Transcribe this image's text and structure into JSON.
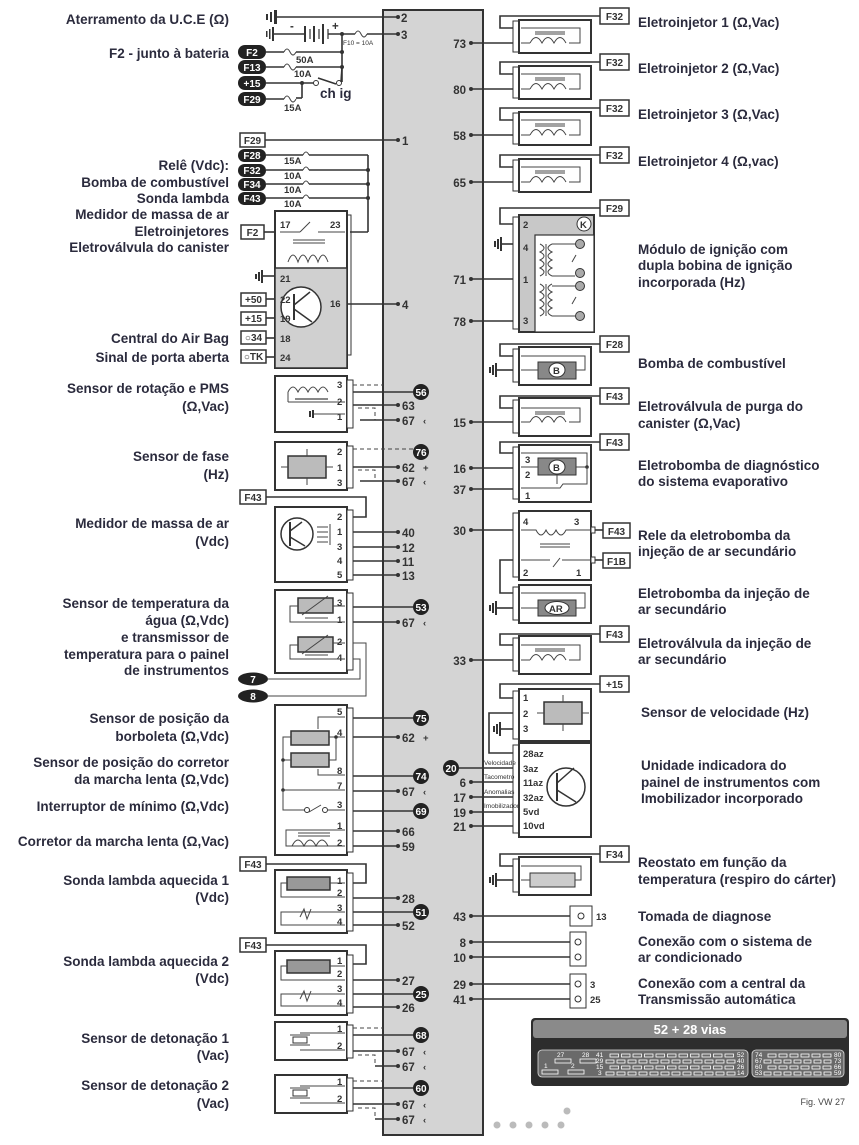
{
  "figure": {
    "caption": "Fig. VW 27",
    "ecu_connector_title": "52 + 28 vias"
  },
  "left_labels": {
    "ground": "Aterramento da U.C.E (Ω)",
    "f2_battery": "F2 - junto à bateria",
    "relay_lines": [
      "Relê (Vdc):",
      "Bomba de combustível",
      "Sonda lambda",
      "Medidor de massa de ar",
      "Eletroinjetores",
      "Eletroválvula do canister"
    ],
    "airbag": "Central do Air Bag",
    "door": "Sinal de porta aberta",
    "rotation": [
      "Sensor de rotação e PMS",
      "(Ω,Vac)"
    ],
    "phase": [
      "Sensor de fase",
      "(Hz)"
    ],
    "maf": [
      "Medidor de massa de ar",
      "(Vdc)"
    ],
    "water_temp": [
      "Sensor de temperatura da",
      "água  (Ω,Vdc)",
      "e transmissor de",
      "temperatura para o painel",
      "de instrumentos"
    ],
    "throttle": [
      "Sensor de posição da",
      "borboleta (Ω,Vdc)"
    ],
    "idle_pos": [
      "Sensor de posição do corretor",
      "da marcha lenta (Ω,Vdc)"
    ],
    "min_switch": "Interruptor de mínimo (Ω,Vdc)",
    "idle_corr": "Corretor da marcha lenta (Ω,Vac)",
    "lambda1": [
      "Sonda lambda aquecida 1",
      "(Vdc)"
    ],
    "lambda2": [
      "Sonda lambda aquecida 2",
      "(Vdc)"
    ],
    "knock1": [
      "Sensor de detonação 1",
      "(Vac)"
    ],
    "knock2": [
      "Sensor de detonação 2",
      "(Vac)"
    ]
  },
  "right_labels": {
    "inj1": "Eletroinjetor 1 (Ω,Vac)",
    "inj2": "Eletroinjetor 2 (Ω,Vac)",
    "inj3": "Eletroinjetor 3 (Ω,Vac)",
    "inj4": "Eletroinjetor 4 (Ω,vac)",
    "ignition": [
      "Módulo de ignição com",
      "dupla bobina de ignição",
      "incorporada (Hz)"
    ],
    "fuel_pump": "Bomba de combustível",
    "canister": [
      "Eletroválvula de purga do",
      "canister (Ω,Vac)"
    ],
    "evap": [
      "Eletrobomba de diagnóstico",
      "do sistema evaporativo"
    ],
    "sec_relay": [
      "Rele da eletrobomba da",
      "injeção de ar secundário"
    ],
    "sec_pump": [
      "Eletrobomba da injeção de",
      "ar secundário"
    ],
    "sec_valve": [
      "Eletroválvula da injeção de",
      "ar secundário"
    ],
    "speed": "Sensor de velocidade (Hz)",
    "cluster": [
      "Unidade indicadora do",
      "painel de instrumentos com",
      "Imobilizador incorporado"
    ],
    "rheostat": [
      "Reostato em função da",
      "temperatura (respiro do cárter)"
    ],
    "diag": "Tomada de diagnose",
    "ac": [
      "Conexão com o sistema de",
      "ar condicionado"
    ],
    "trans": [
      "Conexão com a central da",
      "Transmissão automática"
    ]
  },
  "fuses": {
    "f10": "F10 = 10A",
    "f2": "F2",
    "f13": "F13",
    "p15": "+15",
    "f29": "F29",
    "a50": "50A",
    "a10": "10A",
    "a15": "15A",
    "ch_ig": "ch ig",
    "f28": "F28",
    "f32": "F32",
    "f34": "F34",
    "f43": "F43",
    "f1b": "F1B",
    "relay_amps": [
      "15A",
      "10A",
      "10A",
      "10A"
    ],
    "p50": "+50",
    "o34": "○34",
    "otk": "○TK"
  },
  "cluster_signals": [
    "Velocidade",
    "Tacometro",
    "Anomalias",
    "Imobilizador"
  ],
  "cluster_pins": [
    "28az",
    "3az",
    "11az",
    "32az",
    "5vd",
    "10vd"
  ],
  "ecu_pins": {
    "left": [
      "2",
      "3",
      "1",
      "4",
      "63",
      "67",
      "62",
      "67",
      "40",
      "12",
      "11",
      "13",
      "67",
      "62",
      "67",
      "66",
      "59",
      "28",
      "52",
      "27",
      "26",
      "67",
      "67",
      "67",
      "67"
    ],
    "right": [
      "73",
      "80",
      "58",
      "65",
      "71",
      "78",
      "15",
      "16",
      "37",
      "30",
      "33",
      "6",
      "17",
      "19",
      "21",
      "43",
      "8",
      "10",
      "29",
      "41"
    ]
  },
  "shielding_refs": [
    "56",
    "76",
    "53",
    "7",
    "8",
    "75",
    "74",
    "69",
    "51",
    "25",
    "68",
    "60",
    "20"
  ],
  "connector_pins_text": {
    "block_a": [
      "27",
      "28",
      "1",
      "2",
      "41",
      "29",
      "15",
      "3",
      "52",
      "40",
      "26",
      "14"
    ],
    "block_b": [
      "74",
      "67",
      "60",
      "53",
      "80",
      "73",
      "66",
      "59"
    ]
  },
  "diag_pin": "13",
  "trans_pins": [
    "3",
    "25"
  ]
}
